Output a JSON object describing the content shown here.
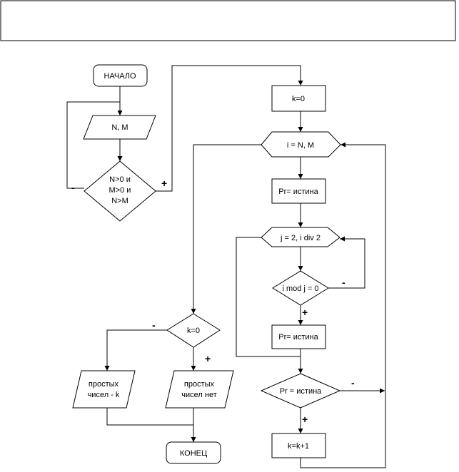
{
  "nodes": {
    "start": "НАЧАЛО",
    "input": "N, M",
    "cond_input": [
      "N>0 и",
      "M>0 и",
      "N>M"
    ],
    "k_init": "k=0",
    "loop_i": "i = N, M",
    "pr_true_1": "Pr= истина",
    "loop_j": "j = 2, i div 2",
    "cond_mod": "i mod j = 0",
    "pr_true_2": "Pr= истина",
    "cond_pr": "Pr = истина",
    "k_inc": "k=k+1",
    "cond_k": "k=0",
    "out_count": [
      "простых",
      "чисел - k"
    ],
    "out_none": [
      "простых",
      "чисел нет"
    ],
    "end": "КОНЕЦ"
  },
  "edge_labels": {
    "cond_input_no": "-",
    "cond_input_yes": "+",
    "cond_mod_no": "-",
    "cond_mod_yes": "+",
    "cond_pr_no": "-",
    "cond_pr_yes": "+",
    "cond_k_no": "-",
    "cond_k_yes": "+"
  }
}
